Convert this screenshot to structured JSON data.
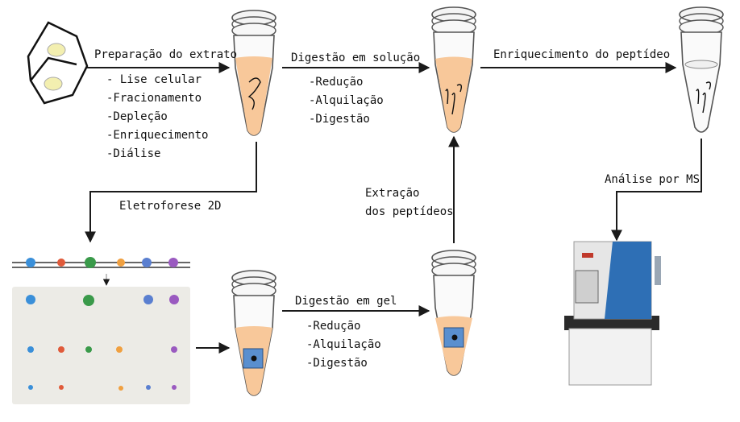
{
  "steps": {
    "extract": {
      "title": "Preparação do extrato",
      "items": [
        "- Lise celular",
        "-Fracionamento",
        "-Depleção",
        "-Enriquecimento",
        "-Diálise"
      ]
    },
    "solution_digest": {
      "title": "Digestão em solução",
      "items": [
        "-Redução",
        "-Alquilação",
        "-Digestão"
      ]
    },
    "enrichment": {
      "title": "Enriquecimento do peptídeo"
    },
    "ms": {
      "title": "Análise por MS"
    },
    "electrophoresis": {
      "title": "Eletroforese 2D"
    },
    "extraction": {
      "line1": "Extração",
      "line2": "dos peptídeos"
    },
    "gel_digest": {
      "title": "Digestão em gel",
      "items": [
        "-Redução",
        "-Alquilação",
        "-Digestão"
      ]
    }
  },
  "colors": {
    "arrow": "#1a1a1a",
    "tube_liquid": "#f8c89a",
    "tube_outline": "#555555",
    "gel_bg": "#ecebe6",
    "gel_band": "#4a7fc0",
    "ms_panel": "#2e6fb5"
  }
}
